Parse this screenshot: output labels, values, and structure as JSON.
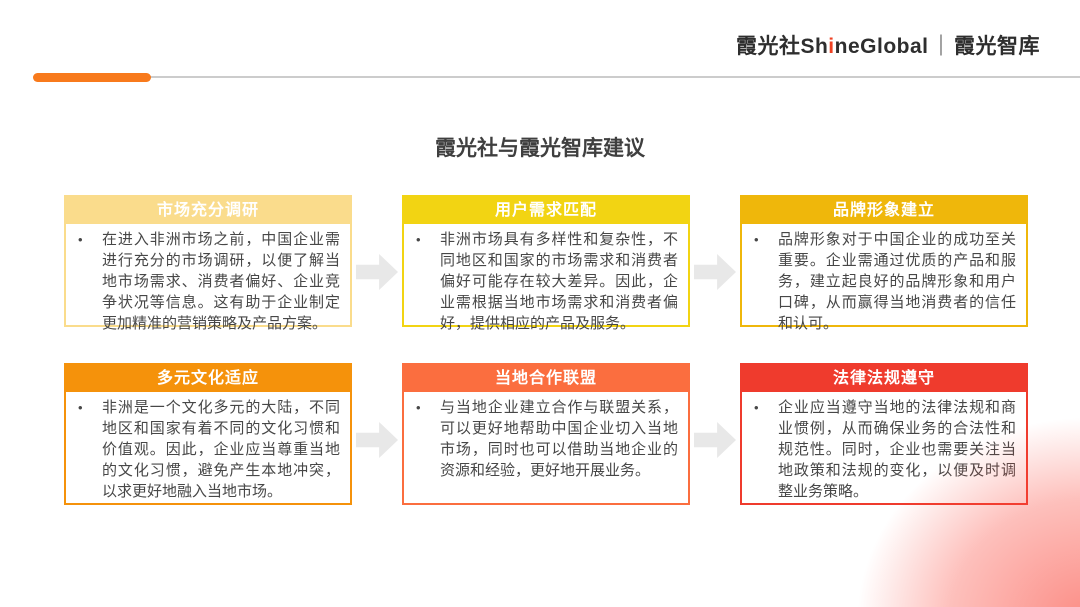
{
  "brand": {
    "logo_cn_prefix": "霞光社",
    "logo_en_pre_i": "Sh",
    "logo_en_i": "i",
    "logo_en_post_i": "neGlobal",
    "logo_separator": "｜",
    "logo_cn_suffix": "霞光智库"
  },
  "title": "霞光社与霞光智库建议",
  "bullet_glyph": "•",
  "cards": [
    {
      "title": "市场充分调研",
      "color": "#FADC8C",
      "text": "在进入非洲市场之前，中国企业需进行充分的市场调研，以便了解当地市场需求、消费者偏好、企业竞争状况等信息。这有助于企业制定更加精准的营销策略及产品方案。"
    },
    {
      "title": "用户需求匹配",
      "color": "#F2D413",
      "text": "非洲市场具有多样性和复杂性，不同地区和国家的市场需求和消费者偏好可能存在较大差异。因此，企业需根据当地市场需求和消费者偏好，提供相应的产品及服务。"
    },
    {
      "title": "品牌形象建立",
      "color": "#EFB70B",
      "text": "品牌形象对于中国企业的成功至关重要。企业需通过优质的产品和服务，建立起良好的品牌形象和用户口碑，从而赢得当地消费者的信任和认可。"
    },
    {
      "title": "多元文化适应",
      "color": "#F5920B",
      "text": "非洲是一个文化多元的大陆，不同地区和国家有着不同的文化习惯和价值观。因此，企业应当尊重当地的文化习惯，避免产生本地冲突，以求更好地融入当地市场。"
    },
    {
      "title": "当地合作联盟",
      "color": "#FB6E3F",
      "text": "与当地企业建立合作与联盟关系，可以更好地帮助中国企业切入当地市场，同时也可以借助当地企业的资源和经验，更好地开展业务。"
    },
    {
      "title": "法律法规遵守",
      "color": "#EF3B2D",
      "text": "企业应当遵守当地的法律法规和商业惯例，从而确保业务的合法性和规范性。同时，企业也需要关注当地政策和法规的变化，以便及时调整业务策略。"
    }
  ],
  "decor": {
    "accent_bar_color": "#f87a1c",
    "divider_color": "#cccccc",
    "arrow_color": "#e8e8e8",
    "corner_glow_color": "#fa463a",
    "logo_i_color": "#ef4123",
    "title_color": "#3f3f3f",
    "body_text_color": "#474747",
    "header_text_color": "#ffffff"
  }
}
